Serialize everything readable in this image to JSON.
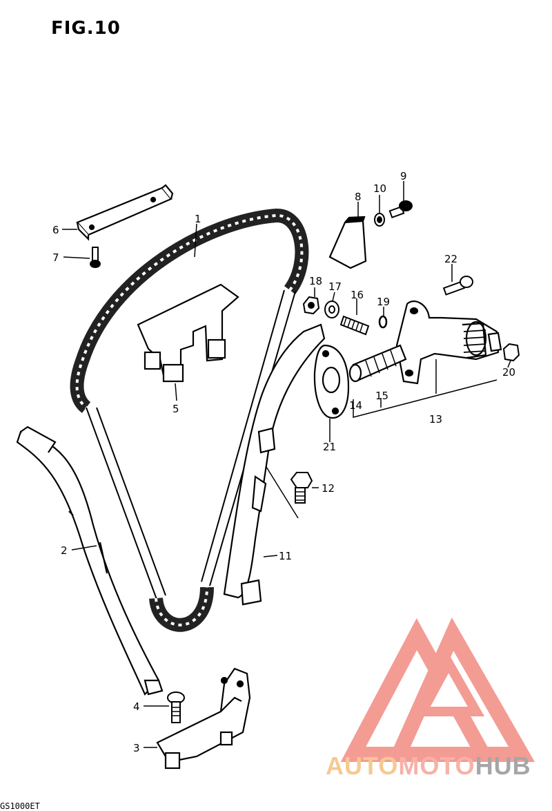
{
  "figure": {
    "title": "FIG.10"
  },
  "callouts": [
    {
      "id": "1",
      "label": "1"
    },
    {
      "id": "2",
      "label": "2"
    },
    {
      "id": "3",
      "label": "3"
    },
    {
      "id": "4",
      "label": "4"
    },
    {
      "id": "5",
      "label": "5"
    },
    {
      "id": "6",
      "label": "6"
    },
    {
      "id": "7",
      "label": "7"
    },
    {
      "id": "8",
      "label": "8"
    },
    {
      "id": "9",
      "label": "9"
    },
    {
      "id": "10",
      "label": "10"
    },
    {
      "id": "11",
      "label": "11"
    },
    {
      "id": "12",
      "label": "12"
    },
    {
      "id": "13",
      "label": "13"
    },
    {
      "id": "14",
      "label": "14"
    },
    {
      "id": "15",
      "label": "15"
    },
    {
      "id": "16",
      "label": "16"
    },
    {
      "id": "17",
      "label": "17"
    },
    {
      "id": "18",
      "label": "18"
    },
    {
      "id": "19",
      "label": "19"
    },
    {
      "id": "20",
      "label": "20"
    },
    {
      "id": "21",
      "label": "21"
    },
    {
      "id": "22",
      "label": "22"
    }
  ],
  "footer": {
    "code": "GS1000ET"
  },
  "watermark": {
    "logo_icon": "triangle-m-logo-icon",
    "part1": "AUTO",
    "part2": "MOTO",
    "part3": "HUB",
    "colors": {
      "auto": "#f6c992",
      "moto": "#f7b1a7",
      "hub": "#a6a6a6",
      "logo": "#f28b82"
    }
  }
}
